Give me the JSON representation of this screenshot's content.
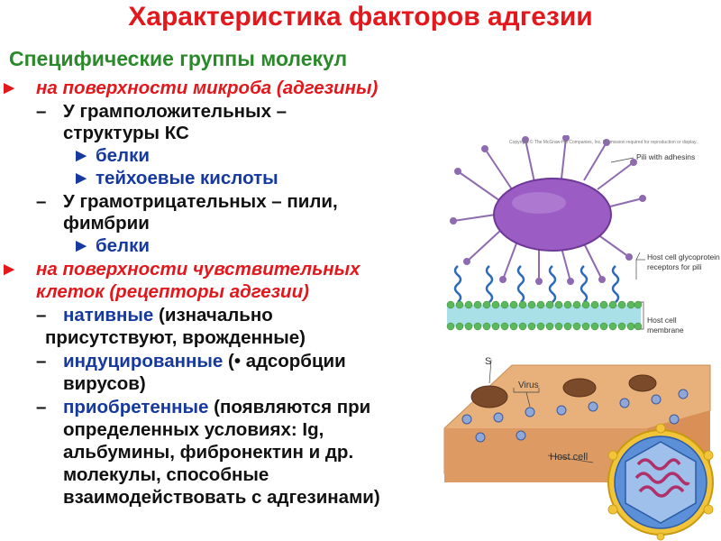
{
  "slide": {
    "title": "Характеристика факторов адгезии",
    "subtitle": "Специфические группы молекул",
    "bullet_mark": "►",
    "dash": "–",
    "bullets": {
      "microbe": "на поверхности микроба (адгезины)",
      "grampos_1": "У грамположительных –",
      "grampos_2": "структуры КС",
      "proteins_1": "► белки",
      "teichoic": "► тейхоевые кислоты",
      "gramneg_1": "У грамотрицательных – пили,",
      "gramneg_2": "фимбрии",
      "proteins_2": "► белки",
      "cells_1": "на поверхности чувствительных",
      "cells_2": "клеток (рецепторы адгезии)",
      "native_term": "нативные",
      "native_rest": " (изначально",
      "native_2": "присутствуют, врожденные)",
      "induced_term": "индуцированные",
      "induced_rest": " (• адсорбции",
      "induced_2": "вирусов)",
      "acquired_term": "приобретенные",
      "acquired_rest": " (появляются при",
      "acquired_2": "определенных условиях: Ig,",
      "acquired_3": "альбумины, фибронектин и др.",
      "acquired_4": "молекулы, способные",
      "acquired_5": "взаимодействовать с адгезинами)"
    }
  },
  "figure_top": {
    "copyright": "Copyright © The McGraw-Hill Companies, Inc. Permission required for reproduction or display.",
    "label_pili_adhesins": "Pili with adhesins",
    "label_receptors_1": "Host cell glycoprotein",
    "label_receptors_2": "receptors for pili",
    "label_membrane_1": "Host cell",
    "label_membrane_2": "membrane"
  },
  "figure_bottom": {
    "label_s": "S",
    "label_virus": "Virus",
    "label_host_cell": "Host cell"
  },
  "colors": {
    "title": "#e3171c",
    "subtitle": "#2a8a2a",
    "blue_term": "#15399f",
    "bacterium": "#9b5cc4",
    "receptor": "#2d6bb8"
  }
}
